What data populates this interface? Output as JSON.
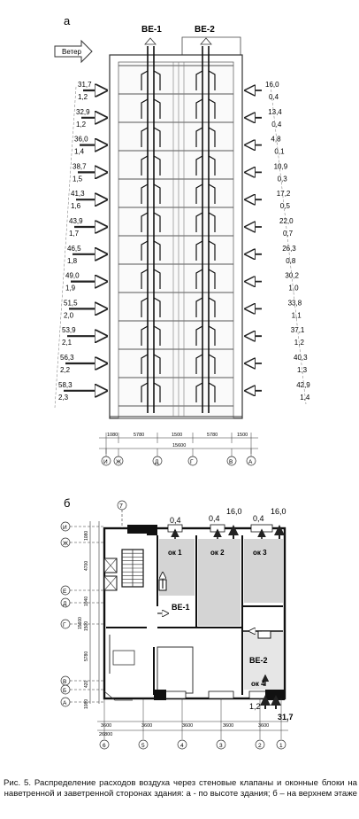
{
  "panel_a": {
    "label": "а",
    "wind_label": "Ветер",
    "shafts": [
      "ВЕ-1",
      "ВЕ-2"
    ],
    "windward": [
      {
        "flow": "31,7",
        "dp": "1,2"
      },
      {
        "flow": "32,9",
        "dp": "1,2"
      },
      {
        "flow": "36,0",
        "dp": "1,4"
      },
      {
        "flow": "38,7",
        "dp": "1,5"
      },
      {
        "flow": "41,3",
        "dp": "1,6"
      },
      {
        "flow": "43,9",
        "dp": "1,7"
      },
      {
        "flow": "46,5",
        "dp": "1,8"
      },
      {
        "flow": "49,0",
        "dp": "1,9"
      },
      {
        "flow": "51,5",
        "dp": "2,0"
      },
      {
        "flow": "53,9",
        "dp": "2,1"
      },
      {
        "flow": "56,3",
        "dp": "2,2"
      },
      {
        "flow": "58,3",
        "dp": "2,3"
      }
    ],
    "leeward": [
      {
        "flow": "16,0",
        "dp": "0,4"
      },
      {
        "flow": "13,4",
        "dp": "0,4"
      },
      {
        "flow": "4,8",
        "dp": "0,1"
      },
      {
        "flow": "10,9",
        "dp": "0,3"
      },
      {
        "flow": "17,2",
        "dp": "0,5"
      },
      {
        "flow": "22,0",
        "dp": "0,7"
      },
      {
        "flow": "26,3",
        "dp": "0,8"
      },
      {
        "flow": "30,2",
        "dp": "1,0"
      },
      {
        "flow": "33,8",
        "dp": "1,1"
      },
      {
        "flow": "37,1",
        "dp": "1,2"
      },
      {
        "flow": "40,3",
        "dp": "1,3"
      },
      {
        "flow": "42,9",
        "dp": "1,4"
      }
    ],
    "dims": [
      "1080",
      "5780",
      "1500",
      "5780",
      "1500"
    ],
    "dim_total": "15600",
    "axes": [
      "И",
      "Ж",
      "Д",
      "Г",
      "В",
      "А"
    ]
  },
  "panel_b": {
    "label": "б",
    "top_values": [
      "0,4",
      "0,4",
      "16,0",
      "0,4",
      "16,0"
    ],
    "rooms": [
      "ок 1",
      "ок 2",
      "ок 3",
      "ок 4"
    ],
    "shafts": [
      "ВЕ-1",
      "ВЕ-2"
    ],
    "bottom_values": [
      "1,2",
      "31,7"
    ],
    "left_dims": [
      "1080",
      "4700",
      "1040",
      "1500",
      "15600",
      "5780",
      "420",
      "1080"
    ],
    "left_axes": [
      "И",
      "Ж",
      "Е",
      "Д",
      "Г",
      "В",
      "Б",
      "А"
    ],
    "top_axis": "7",
    "bottom_dims": [
      "3600",
      "3600",
      "3600",
      "3600",
      "3600"
    ],
    "bottom_total": "26800",
    "bottom_axes": [
      "6",
      "5",
      "4",
      "3",
      "2",
      "1"
    ]
  },
  "caption": "Рис. 5. Распределение расходов воздуха через стеновые клапаны и оконные блоки на наветренной и заветренной сторонах здания: а - по высоте здания; б – на верхнем этаже"
}
